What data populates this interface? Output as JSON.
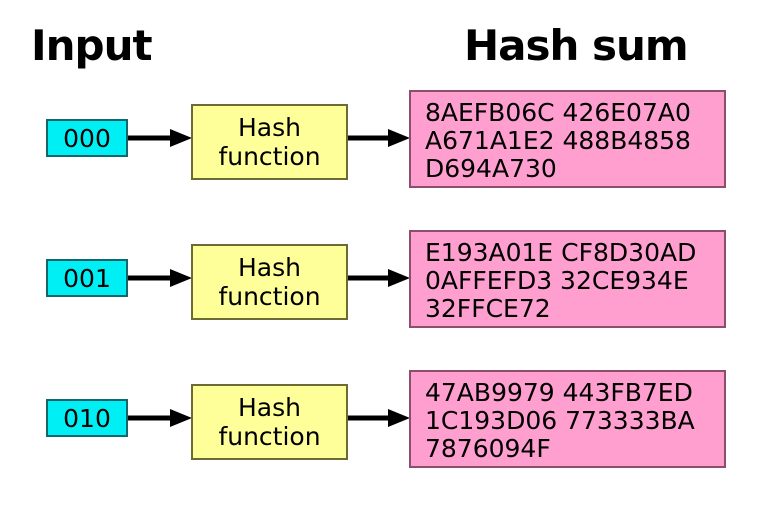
{
  "headings": {
    "input": "Input",
    "hash_sum": "Hash sum"
  },
  "function_label": {
    "line1": "Hash",
    "line2": "function"
  },
  "colors": {
    "background": "#ffffff",
    "input_fill": "#00eff5",
    "input_stroke": "#13666b",
    "function_fill": "#ffff99",
    "function_stroke": "#6b6b33",
    "hash_fill": "#ff9fd0",
    "hash_stroke": "#8c4f6b",
    "arrow": "#000000",
    "text": "#000000"
  },
  "rows": [
    {
      "input": "000",
      "function": "Hash function",
      "hash_lines": [
        "8AEFB06C 426E07A0",
        "A671A1E2 488B4858",
        "D694A730"
      ]
    },
    {
      "input": "001",
      "function": "Hash function",
      "hash_lines": [
        "E193A01E CF8D30AD",
        "0AFFEFD3 32CE934E",
        "32FFCE72"
      ]
    },
    {
      "input": "010",
      "function": "Hash function",
      "hash_lines": [
        "47AB9979 443FB7ED",
        "1C193D06 773333BA",
        "7876094F"
      ]
    }
  ]
}
